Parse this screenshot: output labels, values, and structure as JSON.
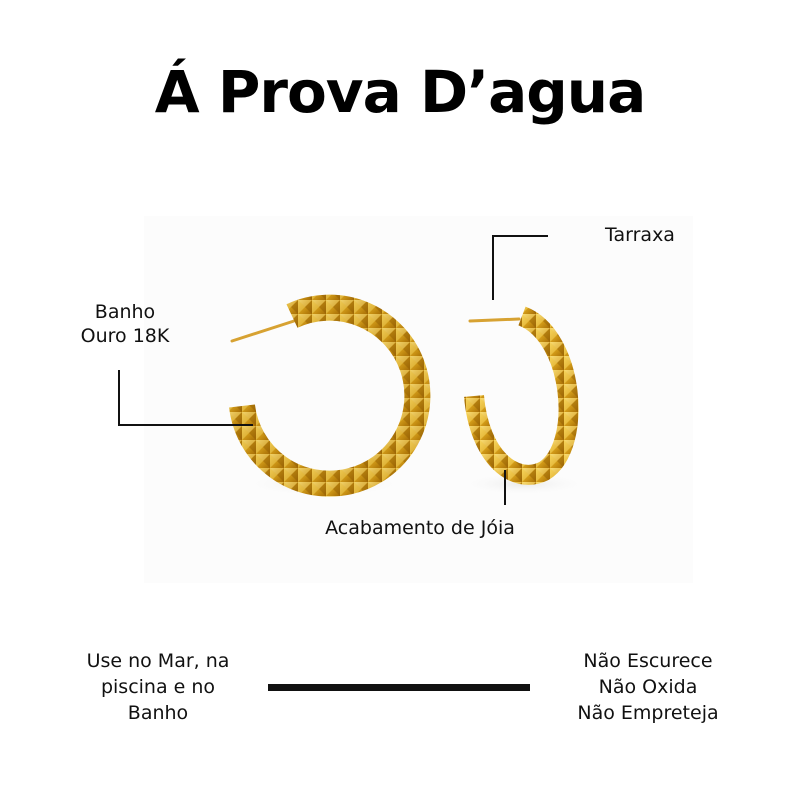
{
  "title": "Á Prova D’agua",
  "callouts": {
    "plating": {
      "line1": "Banho",
      "line2": "Ouro 18K"
    },
    "backing": {
      "label": "Tarraxa"
    },
    "finish": {
      "label": "Acabamento de Jóia"
    }
  },
  "product": {
    "description": "Pair of gold textured hoop earrings",
    "color_gold": "#d9a21b",
    "color_gold_light": "#f3cf55",
    "color_gold_dark": "#a66d06"
  },
  "bottom": {
    "left": [
      "Use no Mar, na",
      "piscina e no",
      "Banho"
    ],
    "right": [
      "Não Escurece",
      "Não Oxida",
      "Não Empreteja"
    ]
  }
}
